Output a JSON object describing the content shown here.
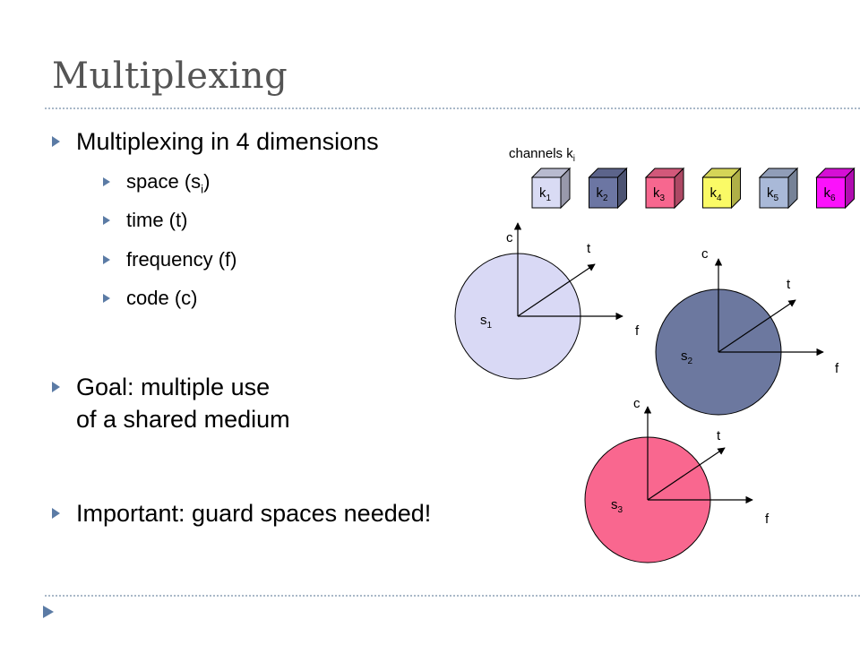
{
  "slide": {
    "title": "Multiplexing",
    "bullets": [
      {
        "text": "Multiplexing in 4 dimensions"
      },
      {
        "text": "Goal: multiple use",
        "text2": "of a shared medium"
      },
      {
        "text": "Important: guard spaces needed!"
      }
    ],
    "sub_bullets": [
      {
        "pre": "space (s",
        "sub": "i",
        "post": ")"
      },
      {
        "pre": "time (t)"
      },
      {
        "pre": "frequency (f)"
      },
      {
        "pre": "code (c)"
      }
    ]
  },
  "diagram": {
    "channels_label": "channels k",
    "channels_label_sub": "i",
    "channels": [
      {
        "label": "k",
        "sub": "1",
        "color": "#d9dbf4"
      },
      {
        "label": "k",
        "sub": "2",
        "color": "#6c76a3"
      },
      {
        "label": "k",
        "sub": "3",
        "color": "#f7678f"
      },
      {
        "label": "k",
        "sub": "4",
        "color": "#fafa66"
      },
      {
        "label": "k",
        "sub": "5",
        "color": "#a9b9d8"
      },
      {
        "label": "k",
        "sub": "6",
        "color": "#fb12fb"
      }
    ],
    "spaces": [
      {
        "label": "s",
        "sub": "1",
        "color": "#d9d9f5",
        "axis_c": "c",
        "axis_t": "t",
        "axis_f": "f"
      },
      {
        "label": "s",
        "sub": "2",
        "color": "#6c789f",
        "axis_c": "c",
        "axis_t": "t",
        "axis_f": "f"
      },
      {
        "label": "s",
        "sub": "3",
        "color": "#f9678f",
        "axis_c": "c",
        "axis_t": "t",
        "axis_f": "f"
      }
    ]
  },
  "colors": {
    "title": "#545454",
    "bullet_arrow": "#5b7ba5",
    "separator": "#a9b8c8"
  }
}
